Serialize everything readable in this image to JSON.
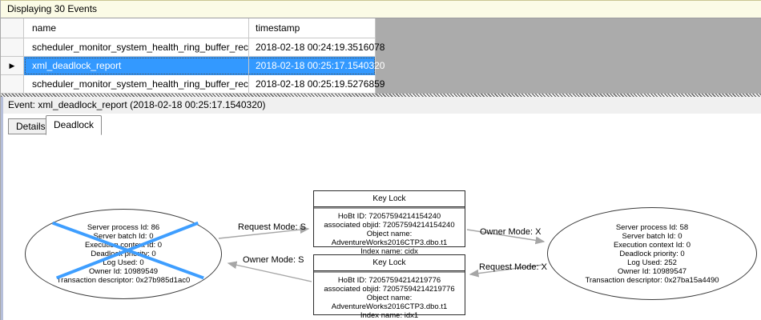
{
  "top_bar": {
    "label": "Displaying 30 Events"
  },
  "grid": {
    "columns": {
      "name": "name",
      "timestamp": "timestamp"
    },
    "rows": [
      {
        "name": "scheduler_monitor_system_health_ring_buffer_recorded",
        "timestamp": "2018-02-18 00:24:19.3516078",
        "selected": false
      },
      {
        "name": "xml_deadlock_report",
        "timestamp": "2018-02-18 00:25:17.1540320",
        "selected": true
      },
      {
        "name": "scheduler_monitor_system_health_ring_buffer_recorded",
        "timestamp": "2018-02-18 00:25:19.5276859",
        "selected": false
      }
    ],
    "current_row_marker": "▶"
  },
  "event_bar": {
    "text": "Event: xml_deadlock_report (2018-02-18 00:25:17.1540320)"
  },
  "tabs": [
    {
      "label": "Details",
      "active": false
    },
    {
      "label": "Deadlock",
      "active": true
    }
  ],
  "deadlock_graph": {
    "processes": [
      {
        "victim": true,
        "lines": [
          "Server process Id: 86",
          "Server batch Id: 0",
          "Execution context Id: 0",
          "Deadlock priority: 0",
          "Log Used: 0",
          "Owner Id: 10989549",
          "Transaction descriptor: 0x27b985d1ac0"
        ]
      },
      {
        "victim": false,
        "lines": [
          "Server process Id: 58",
          "Server batch Id: 0",
          "Execution context Id: 0",
          "Deadlock priority: 0",
          "Log Used: 252",
          "Owner Id: 10989547",
          "Transaction descriptor: 0x27ba15a4490"
        ]
      }
    ],
    "resources": [
      {
        "title": "Key Lock",
        "lines": [
          "HoBt ID: 72057594214154240",
          "associated objid: 72057594214154240",
          "Object name: AdventureWorks2016CTP3.dbo.t1",
          "Index name: cidx"
        ]
      },
      {
        "title": "Key Lock",
        "lines": [
          "HoBt ID: 72057594214219776",
          "associated objid: 72057594214219776",
          "Object name: AdventureWorks2016CTP3.dbo.t1",
          "Index name: idx1"
        ]
      }
    ],
    "edges": [
      {
        "label": "Request Mode: S"
      },
      {
        "label": "Owner Mode: S"
      },
      {
        "label": "Owner Mode: X"
      },
      {
        "label": "Request Mode: X"
      }
    ]
  },
  "colors": {
    "info_bar_yellow": "#fbfbe6",
    "selection_blue": "#3399ff",
    "victim_x_blue": "#3e9eff",
    "grid_filler_gray": "#ababab",
    "panel_gray": "#f0f0f0",
    "edge_gray": "#a6a6a6"
  }
}
